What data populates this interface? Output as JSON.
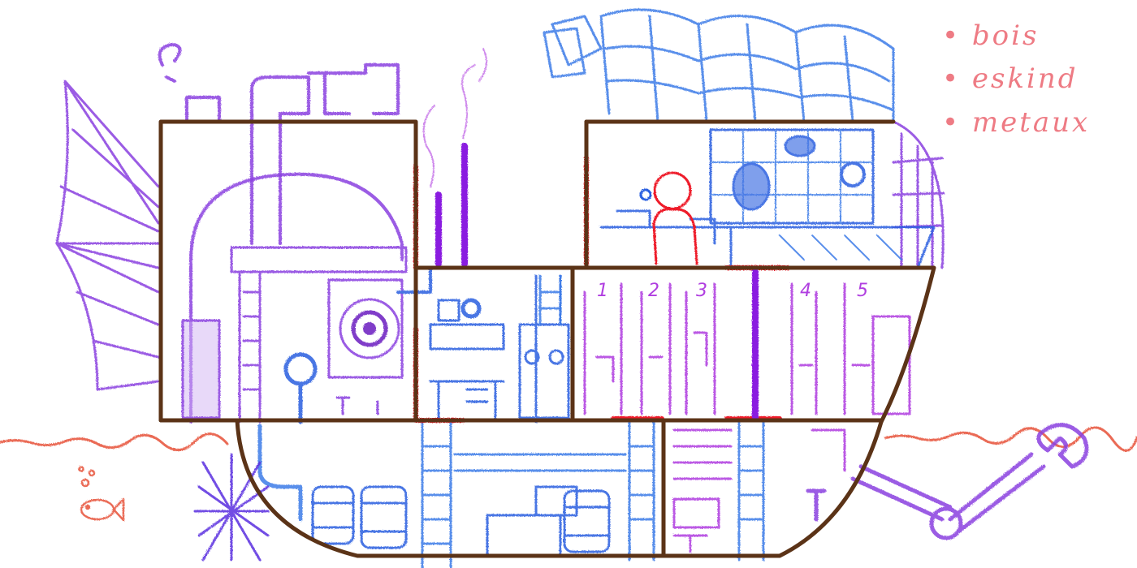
{
  "notes": [
    "• bois",
    "• eskind",
    "• metaux"
  ],
  "cabin_numbers": [
    "1",
    "2",
    "3",
    "4",
    "5"
  ],
  "colors": {
    "hull": "#5b3317",
    "red_ladder": "#ee1c2a",
    "purple": "#8a3fe0",
    "violet": "#b03ee0",
    "blue": "#2a5fe0",
    "sky": "#3d7be8",
    "water": "#ea6a55",
    "note": "#ee7b84",
    "fish": "#ea6a55"
  }
}
